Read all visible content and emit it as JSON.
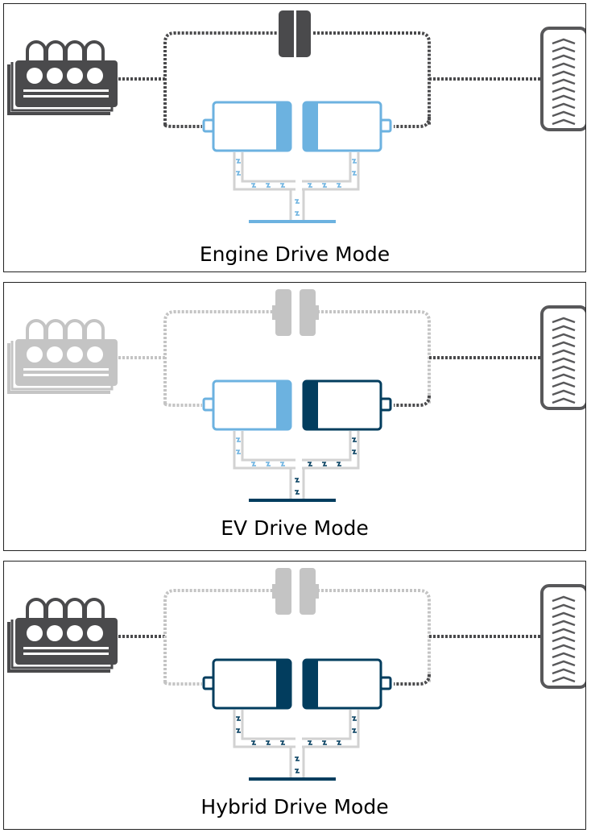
{
  "colors": {
    "active_dark": "#4a4a4c",
    "inactive_gray": "#c4c4c4",
    "motor_light": "#6cb2e0",
    "motor_dark": "#023d5e",
    "wire_gray": "#d2d2d2",
    "tire_gray": "#58585a"
  },
  "panels": [
    {
      "label": "Engine Drive Mode",
      "engine": "active",
      "clutch": "engaged",
      "top_path": "active",
      "left_motor": "light",
      "right_motor": "light",
      "right_link": "active",
      "bolts": "light"
    },
    {
      "label": "EV Drive Mode",
      "engine": "inactive",
      "clutch": "open",
      "top_path": "inactive",
      "left_motor": "light",
      "right_motor": "dark",
      "right_link": "active",
      "bolts": "mixed"
    },
    {
      "label": "Hybrid Drive Mode",
      "engine": "active",
      "clutch": "open",
      "top_path": "inactive",
      "left_motor": "dark",
      "right_motor": "dark",
      "right_link": "active",
      "bolts": "dark"
    }
  ]
}
